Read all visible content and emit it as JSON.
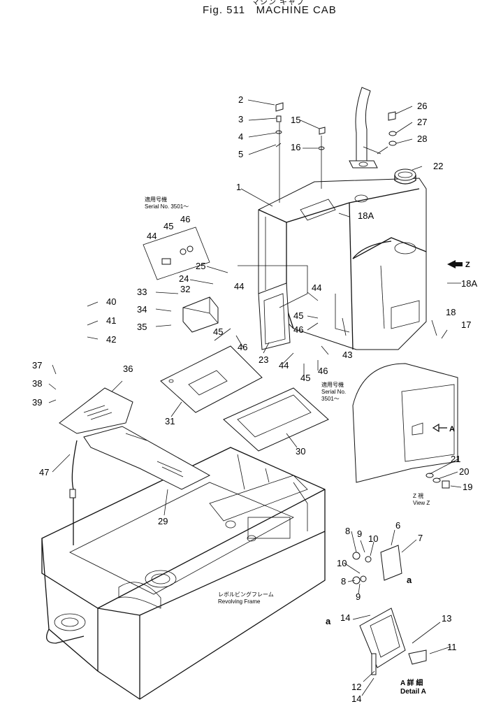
{
  "header": {
    "title_jp": "マシン キャブ",
    "fig_label": "Fig. 511",
    "title": "MACHINE CAB"
  },
  "callouts": [
    {
      "id": "c2",
      "text": "2"
    },
    {
      "id": "c3",
      "text": "3"
    },
    {
      "id": "c4",
      "text": "4"
    },
    {
      "id": "c5",
      "text": "5"
    },
    {
      "id": "c15",
      "text": "15"
    },
    {
      "id": "c16",
      "text": "16"
    },
    {
      "id": "c26",
      "text": "26"
    },
    {
      "id": "c27",
      "text": "27"
    },
    {
      "id": "c28",
      "text": "28"
    },
    {
      "id": "c22",
      "text": "22"
    },
    {
      "id": "c1",
      "text": "1"
    },
    {
      "id": "c18a_top",
      "text": "18A"
    },
    {
      "id": "c46_a",
      "text": "46"
    },
    {
      "id": "c45_a",
      "text": "45"
    },
    {
      "id": "c44_a",
      "text": "44"
    },
    {
      "id": "c25",
      "text": "25"
    },
    {
      "id": "c24",
      "text": "24"
    },
    {
      "id": "c44_b",
      "text": "44"
    },
    {
      "id": "c33",
      "text": "33"
    },
    {
      "id": "c32",
      "text": "32"
    },
    {
      "id": "c34",
      "text": "34"
    },
    {
      "id": "c35",
      "text": "35"
    },
    {
      "id": "c40",
      "text": "40"
    },
    {
      "id": "c41",
      "text": "41"
    },
    {
      "id": "c42",
      "text": "42"
    },
    {
      "id": "c45_b",
      "text": "45"
    },
    {
      "id": "c46_b",
      "text": "46"
    },
    {
      "id": "c44_c",
      "text": "44"
    },
    {
      "id": "c45_c",
      "text": "45"
    },
    {
      "id": "c46_c",
      "text": "46"
    },
    {
      "id": "c43",
      "text": "43"
    },
    {
      "id": "c23",
      "text": "23"
    },
    {
      "id": "c44_d",
      "text": "44"
    },
    {
      "id": "c45_d",
      "text": "45"
    },
    {
      "id": "c46_d",
      "text": "46"
    },
    {
      "id": "c18a_right",
      "text": "18A"
    },
    {
      "id": "c18",
      "text": "18"
    },
    {
      "id": "c17",
      "text": "17"
    },
    {
      "id": "c37",
      "text": "37"
    },
    {
      "id": "c36",
      "text": "36"
    },
    {
      "id": "c38",
      "text": "38"
    },
    {
      "id": "c39",
      "text": "39"
    },
    {
      "id": "c31",
      "text": "31"
    },
    {
      "id": "c30",
      "text": "30"
    },
    {
      "id": "c47",
      "text": "47"
    },
    {
      "id": "c29",
      "text": "29"
    },
    {
      "id": "c21",
      "text": "21"
    },
    {
      "id": "c20",
      "text": "20"
    },
    {
      "id": "c19",
      "text": "19"
    },
    {
      "id": "c8_a",
      "text": "8"
    },
    {
      "id": "c9_a",
      "text": "9"
    },
    {
      "id": "c10_a",
      "text": "10"
    },
    {
      "id": "c6",
      "text": "6"
    },
    {
      "id": "c7",
      "text": "7"
    },
    {
      "id": "c10_b",
      "text": "10"
    },
    {
      "id": "c8_b",
      "text": "8"
    },
    {
      "id": "c9_b",
      "text": "9"
    },
    {
      "id": "ca_a",
      "text": "a"
    },
    {
      "id": "c14_a",
      "text": "14"
    },
    {
      "id": "ca_b",
      "text": "a"
    },
    {
      "id": "c13",
      "text": "13"
    },
    {
      "id": "c11",
      "text": "11"
    },
    {
      "id": "c12",
      "text": "12"
    },
    {
      "id": "c14_b",
      "text": "14"
    }
  ],
  "notes": {
    "serial_left_jp": "適用号機",
    "serial_left": "Serial No. 3501～",
    "serial_mid_jp": "適用号機",
    "serial_mid": "Serial No.",
    "serial_mid2": "3501～",
    "view_z_arrow": "Z",
    "view_a_arrow": "A",
    "view_z_jp": "Z 視",
    "view_z": "View Z",
    "frame_jp": "レボルビングフレーム",
    "frame": "Revolving Frame",
    "detail_jp": "A 詳 細",
    "detail": "Detail A"
  }
}
